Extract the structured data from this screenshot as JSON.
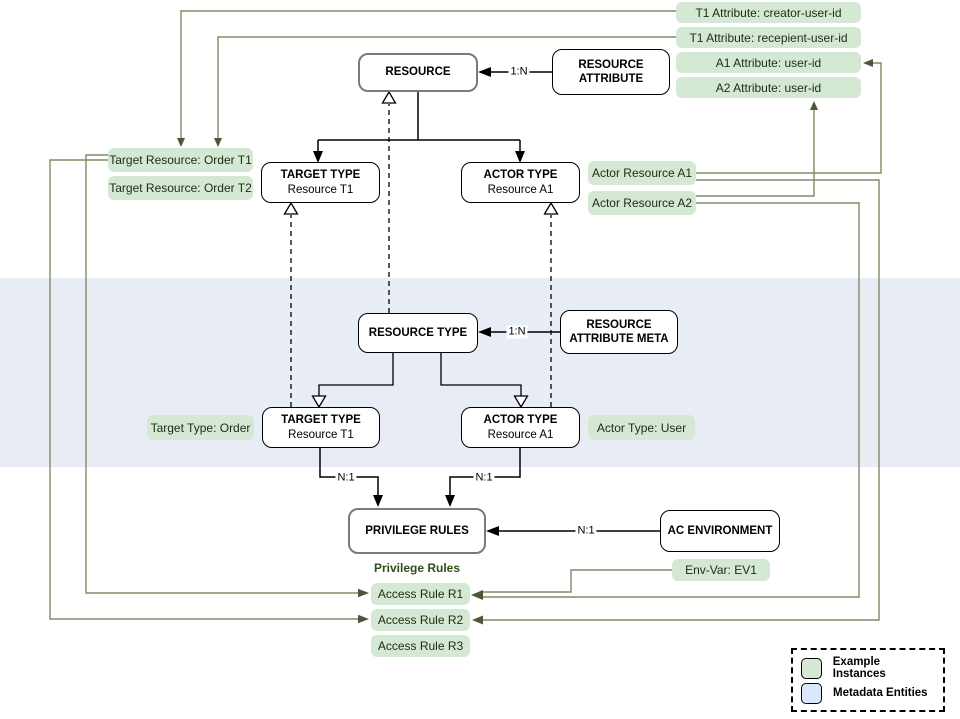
{
  "diagram": {
    "entities": {
      "resource": {
        "title": "RESOURCE"
      },
      "resource_attribute": {
        "title": "RESOURCE ATTRIBUTE"
      },
      "target_type_instance": {
        "title": "TARGET TYPE",
        "subtitle": "Resource T1"
      },
      "actor_type_instance": {
        "title": "ACTOR TYPE",
        "subtitle": "Resource A1"
      },
      "resource_type": {
        "title": "RESOURCE TYPE"
      },
      "resource_attribute_meta": {
        "title": "RESOURCE ATTRIBUTE META"
      },
      "target_type_meta": {
        "title": "TARGET TYPE",
        "subtitle": "Resource T1"
      },
      "actor_type_meta": {
        "title": "ACTOR TYPE",
        "subtitle": "Resource A1"
      },
      "privilege_rules": {
        "title": "PRIVILEGE RULES"
      },
      "ac_environment": {
        "title": "AC ENVIRONMENT"
      }
    },
    "cardinalities": {
      "resource_attribute_to_resource": "1:N",
      "meta_to_resource_type": "1:N",
      "target_type_to_privilege_rules": "N:1",
      "actor_type_to_privilege_rules": "N:1",
      "ac_environment_to_privilege_rules": "N:1"
    },
    "instances": {
      "t1_attr_creator": "T1 Attribute: creator-user-id",
      "t1_attr_recipient": "T1 Attribute: recepient-user-id",
      "a1_attr": "A1 Attribute: user-id",
      "a2_attr": "A2 Attribute: user-id",
      "target_resource_t1": "Target Resource: Order T1",
      "target_resource_t2": "Target Resource: Order T2",
      "actor_resource_a1": "Actor Resource A1",
      "actor_resource_a2": "Actor Resource A2",
      "target_type_order": "Target Type: Order",
      "actor_type_user": "Actor Type: User",
      "env_var": "Env-Var: EV1",
      "access_rule_r1": "Access Rule R1",
      "access_rule_r2": "Access Rule R2",
      "access_rule_r3": "Access Rule R3"
    },
    "headings": {
      "privilege_rules_group": "Privilege Rules"
    },
    "legend": {
      "example_instances": "Example Instances",
      "metadata_entities": "Metadata Entities"
    },
    "colors": {
      "instance_fill": "#D5E8D4",
      "metadata_band": "#E7ECF5",
      "metadata_swatch": "#DAE8FC",
      "connector_instance": "#7D8B68",
      "connector_entity": "#000000"
    }
  }
}
